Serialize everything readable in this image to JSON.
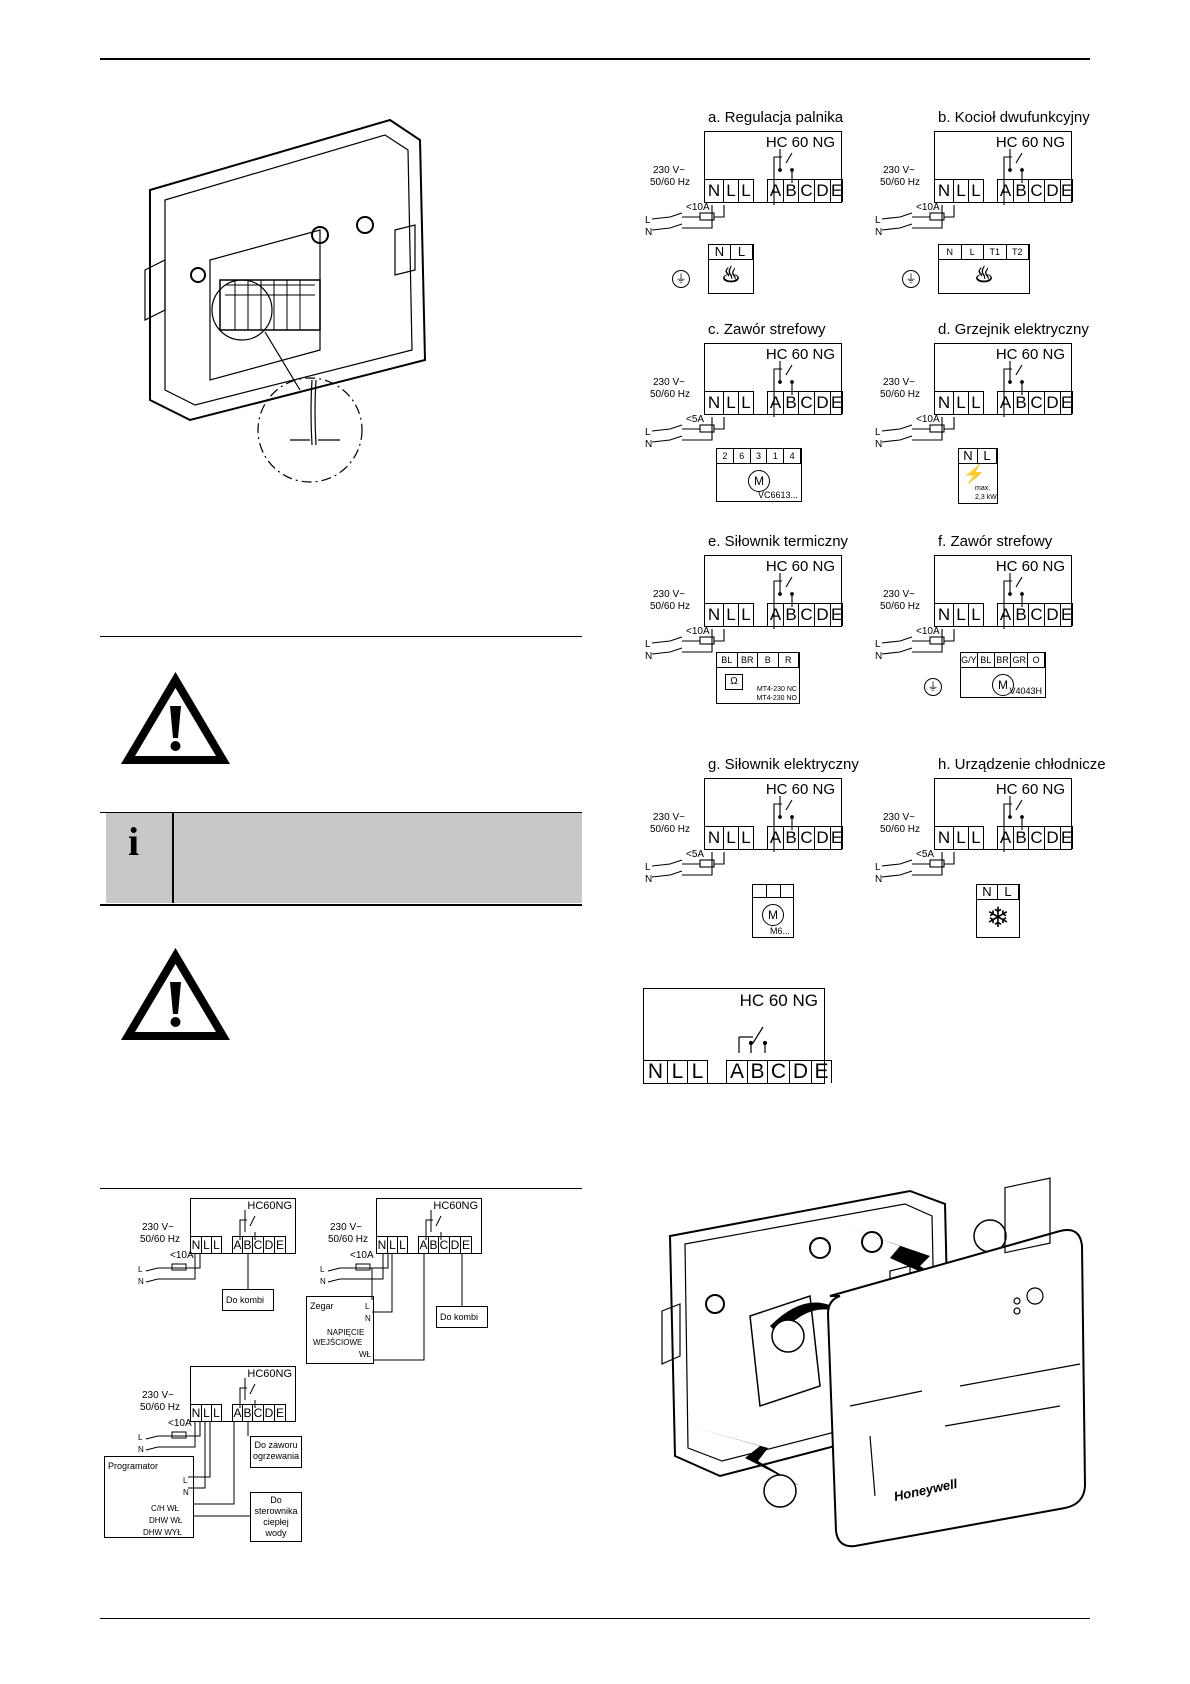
{
  "model": "HC 60 NG",
  "model_compact": "HC60NG",
  "terminals": [
    "N",
    "L",
    "L",
    "A",
    "B",
    "C",
    "D",
    "E"
  ],
  "supply": {
    "voltage": "230 V~",
    "frequency": "50/60 Hz",
    "line": "L",
    "neutral": "N"
  },
  "diagrams": [
    {
      "title": "a. Regulacja palnika",
      "fuse": "<10A",
      "load_terms": [
        "N",
        "L"
      ]
    },
    {
      "title": "b. Kocioł dwufunkcyjny",
      "fuse": "<10A",
      "load_terms": [
        "N",
        "L",
        "T1",
        "T2"
      ]
    },
    {
      "title": "c. Zawór strefowy",
      "fuse": "<5A",
      "load_terms": [
        "2",
        "6",
        "3",
        "1",
        "4"
      ],
      "device": "VC6613..."
    },
    {
      "title": "d. Grzejnik elektryczny",
      "fuse": "<10A",
      "load_terms": [
        "N",
        "L"
      ],
      "note_1": "max.",
      "note_2": "2,3 kW"
    },
    {
      "title": "e. Siłownik termiczny",
      "fuse": "<10A",
      "load_terms": [
        "BL",
        "BR",
        "B",
        "R"
      ],
      "device_1": "MT4-230 NC",
      "device_2": "MT4-230 NO",
      "symbol": "Ω"
    },
    {
      "title": "f. Zawór strefowy",
      "fuse": "<10A",
      "load_terms": [
        "G/Y",
        "BL",
        "BR",
        "GR",
        "O"
      ],
      "device": "V4043H"
    },
    {
      "title": "g. Siłownik elektryczny",
      "fuse": "<5A",
      "device": "M6..."
    },
    {
      "title": "h. Urządzenie chłodnicze",
      "fuse": "<5A",
      "load_terms": [
        "N",
        "L"
      ]
    }
  ],
  "motor_symbol": "M",
  "bottom_left": {
    "fuse": "<10A",
    "do_kombi": "Do kombi",
    "zegar": "Zegar",
    "napiecie_1": "NAPIĘCIE",
    "napiecie_2": "WEJŚCIOWE",
    "wl": "WŁ",
    "programator": "Programator",
    "ch_wl": "C/H WŁ",
    "dhw_wl": "DHW WŁ",
    "dhw_wyl": "DHW WYŁ",
    "do_zaworu_1": "Do zaworu",
    "do_zaworu_2": "ogrzewania",
    "do_sterownika_1": "Do",
    "do_sterownika_2": "sterownika",
    "do_sterownika_3": "ciepłej",
    "do_sterownika_4": "wody"
  },
  "info_icon": "i",
  "brand": "Honeywell"
}
